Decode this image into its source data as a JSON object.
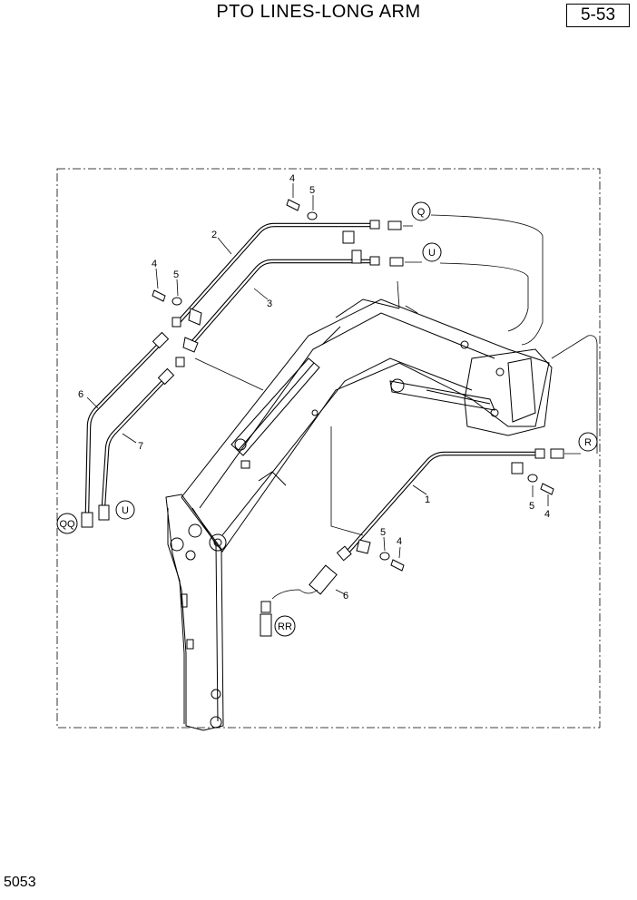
{
  "header": {
    "title": "PTO LINES-LONG ARM",
    "page_ref": "5-53"
  },
  "footer": {
    "doc_code": "5053"
  },
  "callouts": {
    "c1": "1",
    "c2": "2",
    "c3": "3",
    "c4a": "4",
    "c4b": "4",
    "c4c": "4",
    "c4d": "4",
    "c5a": "5",
    "c5b": "5",
    "c5c": "5",
    "c5d": "5",
    "c6a": "6",
    "c6b": "6",
    "c7": "7"
  },
  "connectors": {
    "q": "Q",
    "u1": "U",
    "r": "R",
    "qq": "QQ",
    "u2": "U",
    "rr": "RR"
  }
}
